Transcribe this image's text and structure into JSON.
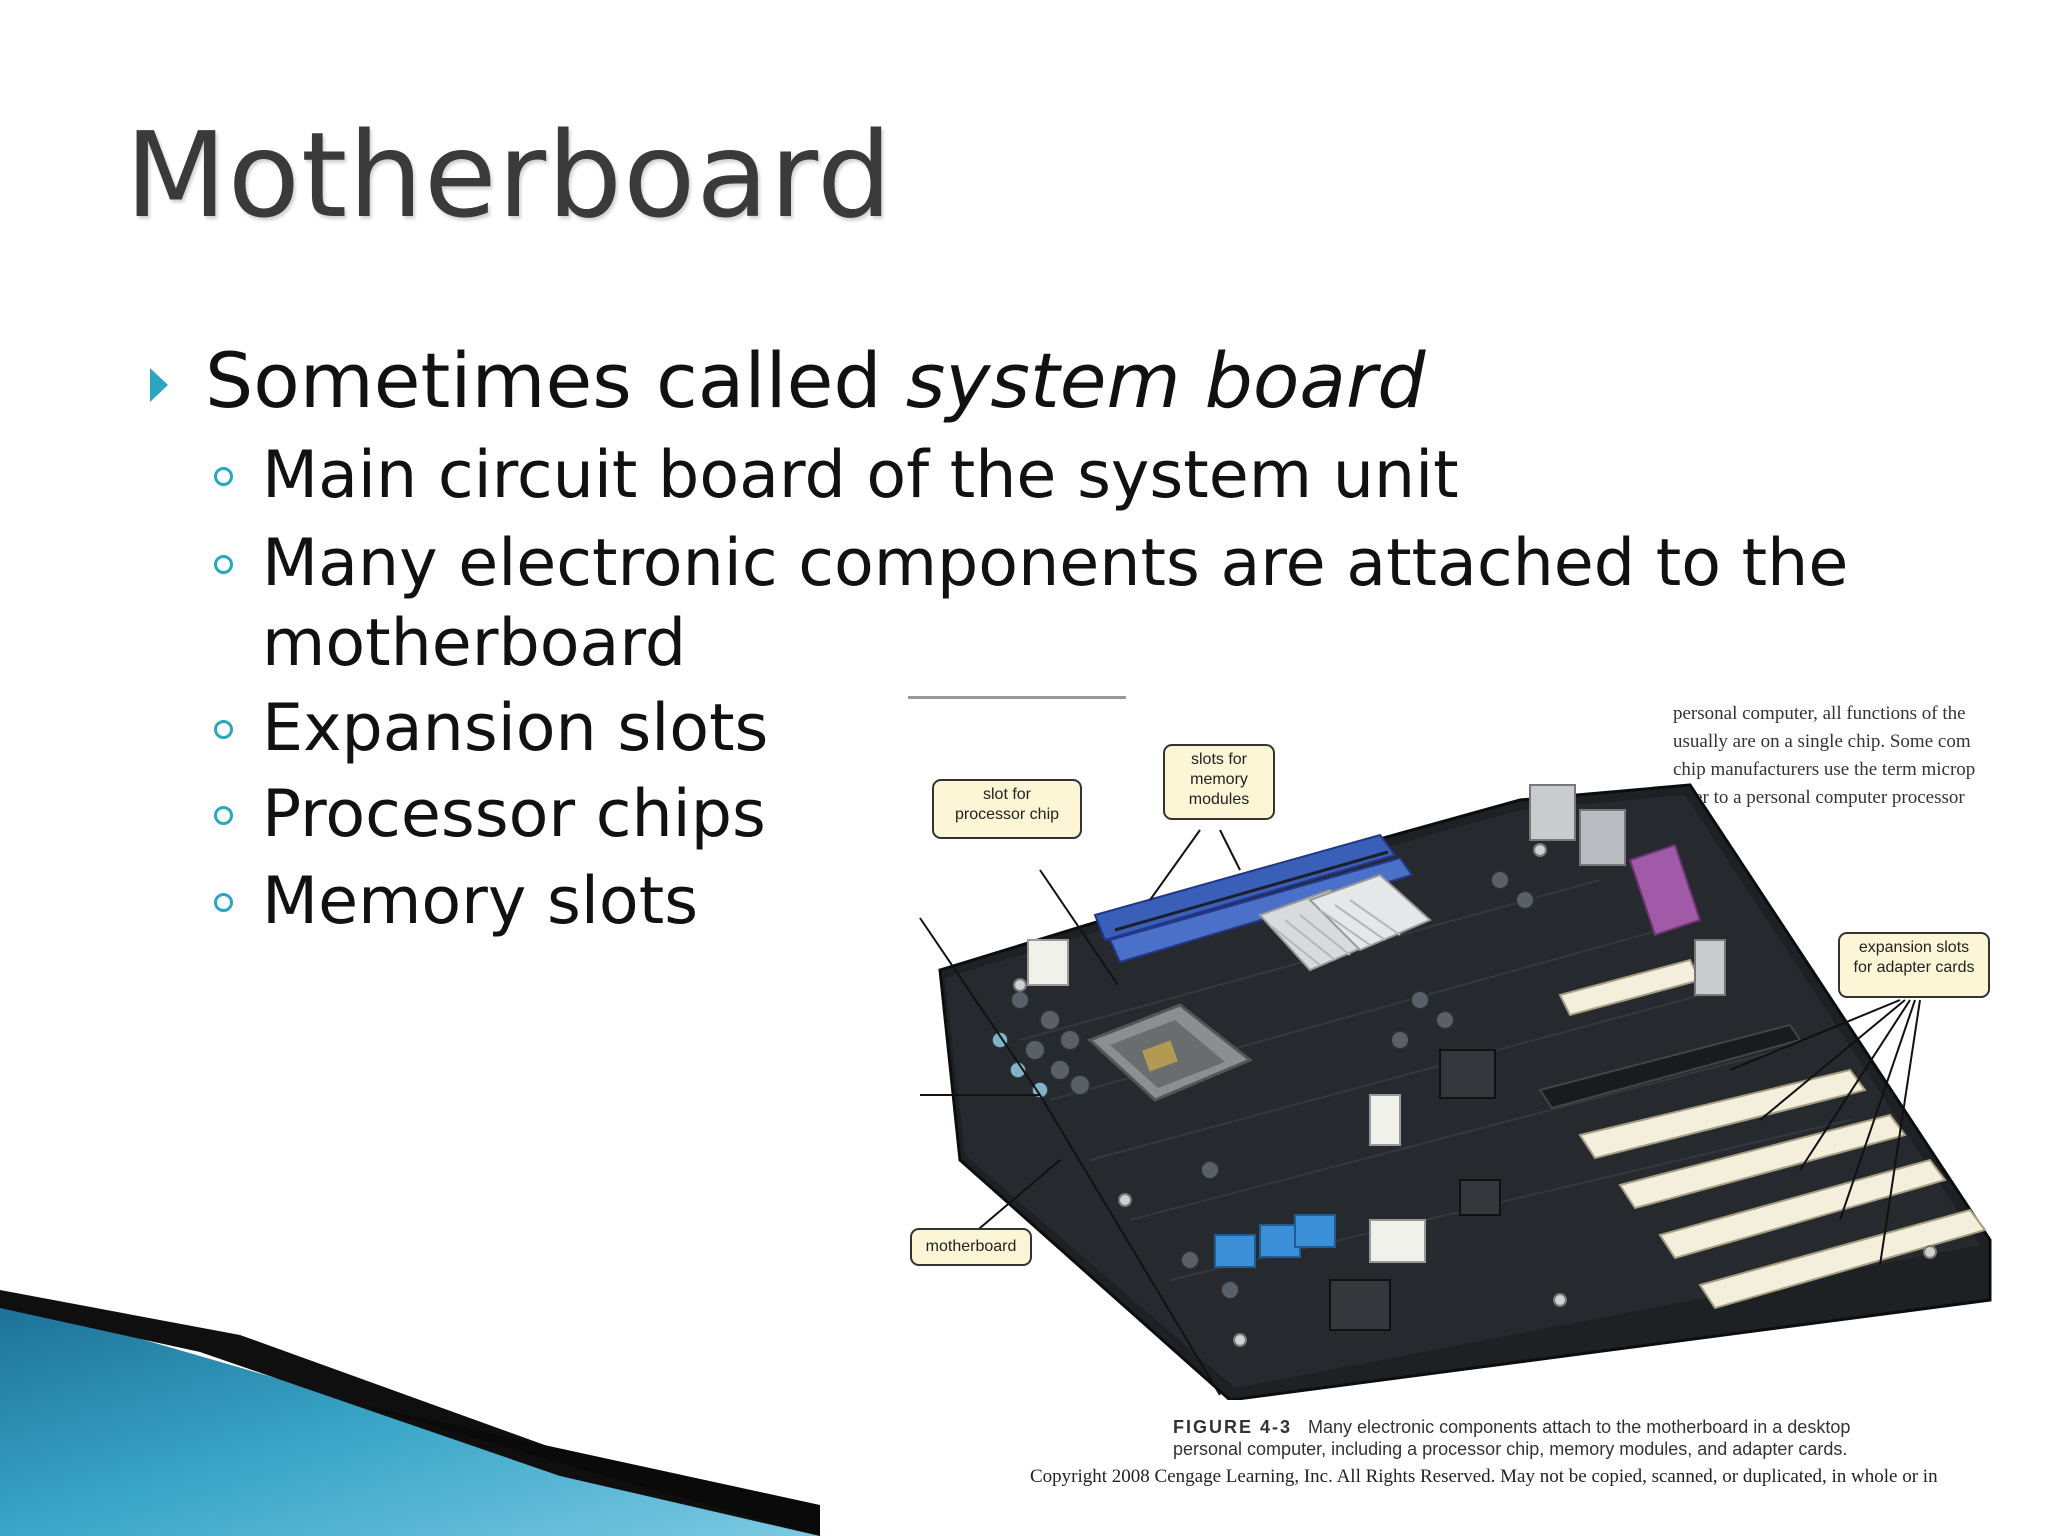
{
  "slide": {
    "title": "Motherboard",
    "bullet": {
      "text_plain": "Sometimes called ",
      "text_italic": "system board"
    },
    "sub_items": [
      "Main circuit board of the system unit",
      "Many electronic components are attached to the",
      "motherboard",
      "Expansion slots",
      "Processor chips",
      "Memory slots"
    ]
  },
  "figure": {
    "side_text": [
      "personal computer, all functions of the",
      "usually are on a single chip. Some com",
      "chip manufacturers use the term microp",
      "refer to a personal computer processor"
    ],
    "callouts": {
      "processor": [
        "slot for",
        "processor chip"
      ],
      "memory": [
        "slots for",
        "memory",
        "modules"
      ],
      "expansion": [
        "expansion slots",
        "for adapter cards"
      ],
      "motherboard": [
        "motherboard"
      ]
    },
    "caption_label": "FIGURE 4-3",
    "caption_line1": "Many electronic components attach to the motherboard in a desktop",
    "caption_line2": "personal computer, including a processor chip, memory modules, and adapter cards.",
    "copyright": "Copyright 2008 Cengage Learning, Inc. All Rights Reserved. May not be copied, scanned, or duplicated, in whole or in"
  },
  "colors": {
    "bullet_accent": "#2aa6c1",
    "board": "#1e2124",
    "memory_slot": "#3a5fb8",
    "expansion_slot": "#f3efdc",
    "parallel_port": "#a05aa8",
    "sata": "#3b8fd6",
    "swoosh_teal": "#3aa6c8"
  }
}
